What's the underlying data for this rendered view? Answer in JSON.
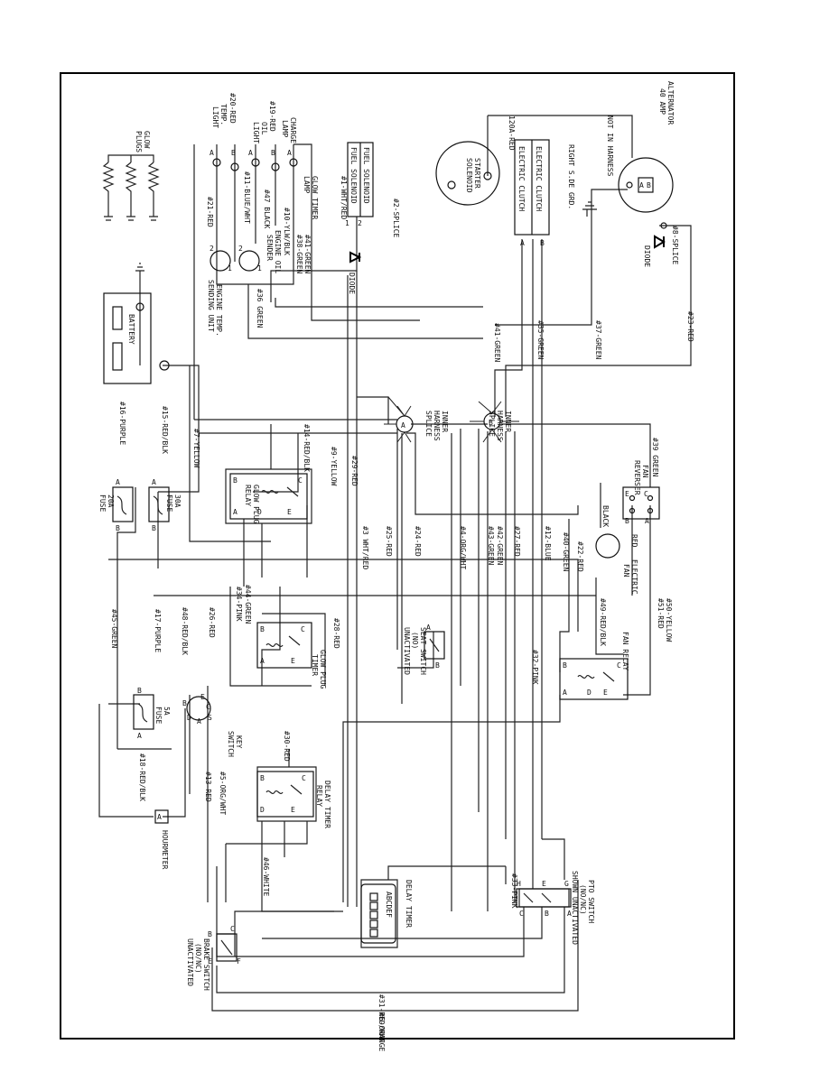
{
  "components": {
    "alternator": [
      "ALTERNATOR",
      "40 AMP"
    ],
    "not_in_harness": "NOT IN HARNESS",
    "wire_120a": "120A-RED",
    "starter_solenoid": [
      "STARTER",
      "SOLENOID"
    ],
    "electric_clutch": "ELECTRIC CLUTCH",
    "right_side_gnd": "RIGHT S.DE GRD.",
    "fuel_solenoid": "FUEL SOLENOID",
    "splice_2": "#2-SPLICE",
    "splice_8": "#8-SPLICE",
    "diode": "DIODE",
    "glow_plugs": [
      "GLOW",
      "PLUGS"
    ],
    "charge_lamp": [
      "CHARGE",
      "LAMP"
    ],
    "oil_light": [
      "OIL",
      "LIGHT"
    ],
    "temp_light": [
      "TEMP.",
      "LIGHT"
    ],
    "glow_timer_lamp": [
      "GLOW TIMER",
      "LAMP"
    ],
    "engine_oil_sender": [
      "ENGINE OIL",
      "SENDER"
    ],
    "engine_temp_unit": [
      "ENGINE TEMP.",
      "SENDING UNIT"
    ],
    "battery": "BATTERY",
    "inner_splice_a": [
      "INNER",
      "HARNESS",
      "SPLICE"
    ],
    "inner_splice_b": [
      "INNER",
      "HARNESS",
      "SPLICE"
    ],
    "fan_reverser": [
      "FAN",
      "REVERSER"
    ],
    "electric_fan": [
      "ELECTRIC",
      "FAN"
    ],
    "black": "BLACK",
    "red": "RED",
    "fuse_30a": [
      "30A",
      "FUSE"
    ],
    "fuse_20a": [
      "20A",
      "FUSE"
    ],
    "fuse_5a": [
      "5A",
      "FUSE"
    ],
    "glow_plug_relay": [
      "GLOW PLUG",
      "RELAY"
    ],
    "glow_plug_timer": [
      "GLOW PLUG",
      "TIMER"
    ],
    "seat_switch": [
      "SEAT SWITCH",
      "(NO)",
      "UNACTIVATED"
    ],
    "fan_relay": "FAN RELAY",
    "key_switch": [
      "KEY",
      "SWITCH"
    ],
    "delay_timer_relay": [
      "DELAY TIMER",
      "RELAY"
    ],
    "delay_timer": "DELAY TIMER",
    "hourmeter": "HOURMETER",
    "pto_switch": [
      "PTO SWITCH",
      "(NO/NC)",
      "SHOWN UNACTIVATED"
    ],
    "brake_switch": [
      "BRAKE SWITCH",
      "(NO/NC)",
      "UNACTIVATED"
    ]
  },
  "wires": {
    "w23": "#23-RED",
    "w37": "#37-GREEN",
    "w35": "#35-GREEN",
    "w41g": "#41-GREEN",
    "w36": "#36 GREEN",
    "w39": "#39 GREEN",
    "w21": "#21-RED",
    "w11": "#11-BLUE/WHT",
    "w47": "#47 BLACK",
    "w10": "#10-YLW/BLK",
    "w41": "#41-GREEN",
    "w38": "#38-GREEN",
    "w1": "#1-WHT/RED",
    "w19": "#19-RED",
    "w20": "#20-RED",
    "w15": "#15-RED/BLK",
    "w16": "#16-PURPLE",
    "w7": "#7-YELLOW",
    "w14": "#14-RED/BLK",
    "w9": "#9-YELLOW",
    "w29": "#29-RED",
    "w3": "#3 WHT/RED",
    "w25": "#25-RED",
    "w24": "#24-RED",
    "w4": "#4-ORG/WHT",
    "w43": "#43-GREEN",
    "w42": "#42-GREEN",
    "w27": "#27-RED",
    "w12": "#12-BLUE",
    "w40": "#40-GREEN",
    "w22": "#22-RED",
    "w49": "#49-RED/BLK",
    "w51": "#51-RED",
    "w50": "#50-YELLOW",
    "w45": "#45-GREEN",
    "w17": "#17-PURPLE",
    "w48": "#48-RED/BLK",
    "w26": "#26-RED",
    "w34": "#34-PINK",
    "w44": "#44-GREEN",
    "w28": "#28-RED",
    "w32": "#32-PINK",
    "w18": "#18-RED/BLK",
    "w13": "#13-RED",
    "w5": "#5-ORG/WHT",
    "w30": "#30-RED",
    "w46": "#46-WHITE",
    "w33": "#33-PINK",
    "w31": "#31-RED/WHT",
    "w6": "#6-ORANGE"
  }
}
